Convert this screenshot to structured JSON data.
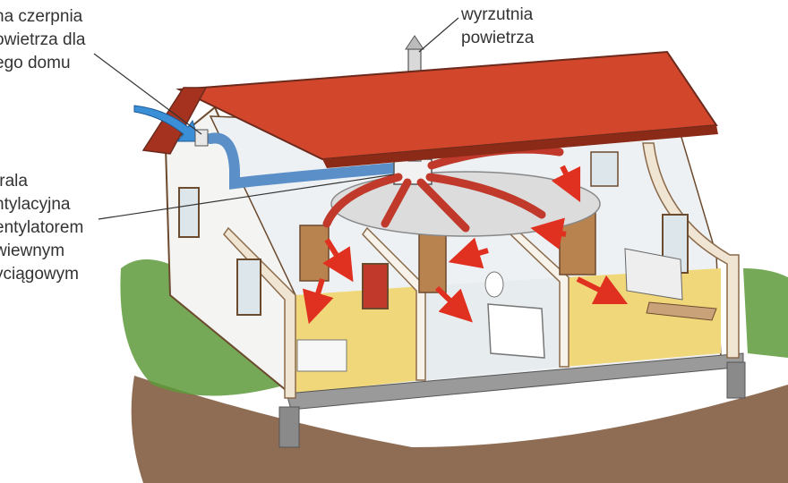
{
  "labels": {
    "intake": {
      "lines": [
        "na czerpnia",
        "owietrza dla",
        "ego domu"
      ]
    },
    "central_unit": {
      "lines": [
        "trala",
        "ntylacyjna",
        "entylatorem",
        "wiewnym",
        "yciągowym"
      ]
    },
    "exhaust": {
      "lines": [
        "wyrzutnia",
        "powietrza"
      ]
    }
  },
  "colors": {
    "roof": "#d2462c",
    "ground": "#7a5436",
    "grass": "#5e9a3a",
    "floor": "#f0d77a",
    "duct_supply": "#c0392b",
    "duct_intake": "#5b8fc7",
    "arrow_blue": "#3a8fd6",
    "arrow_red": "#e03020"
  }
}
